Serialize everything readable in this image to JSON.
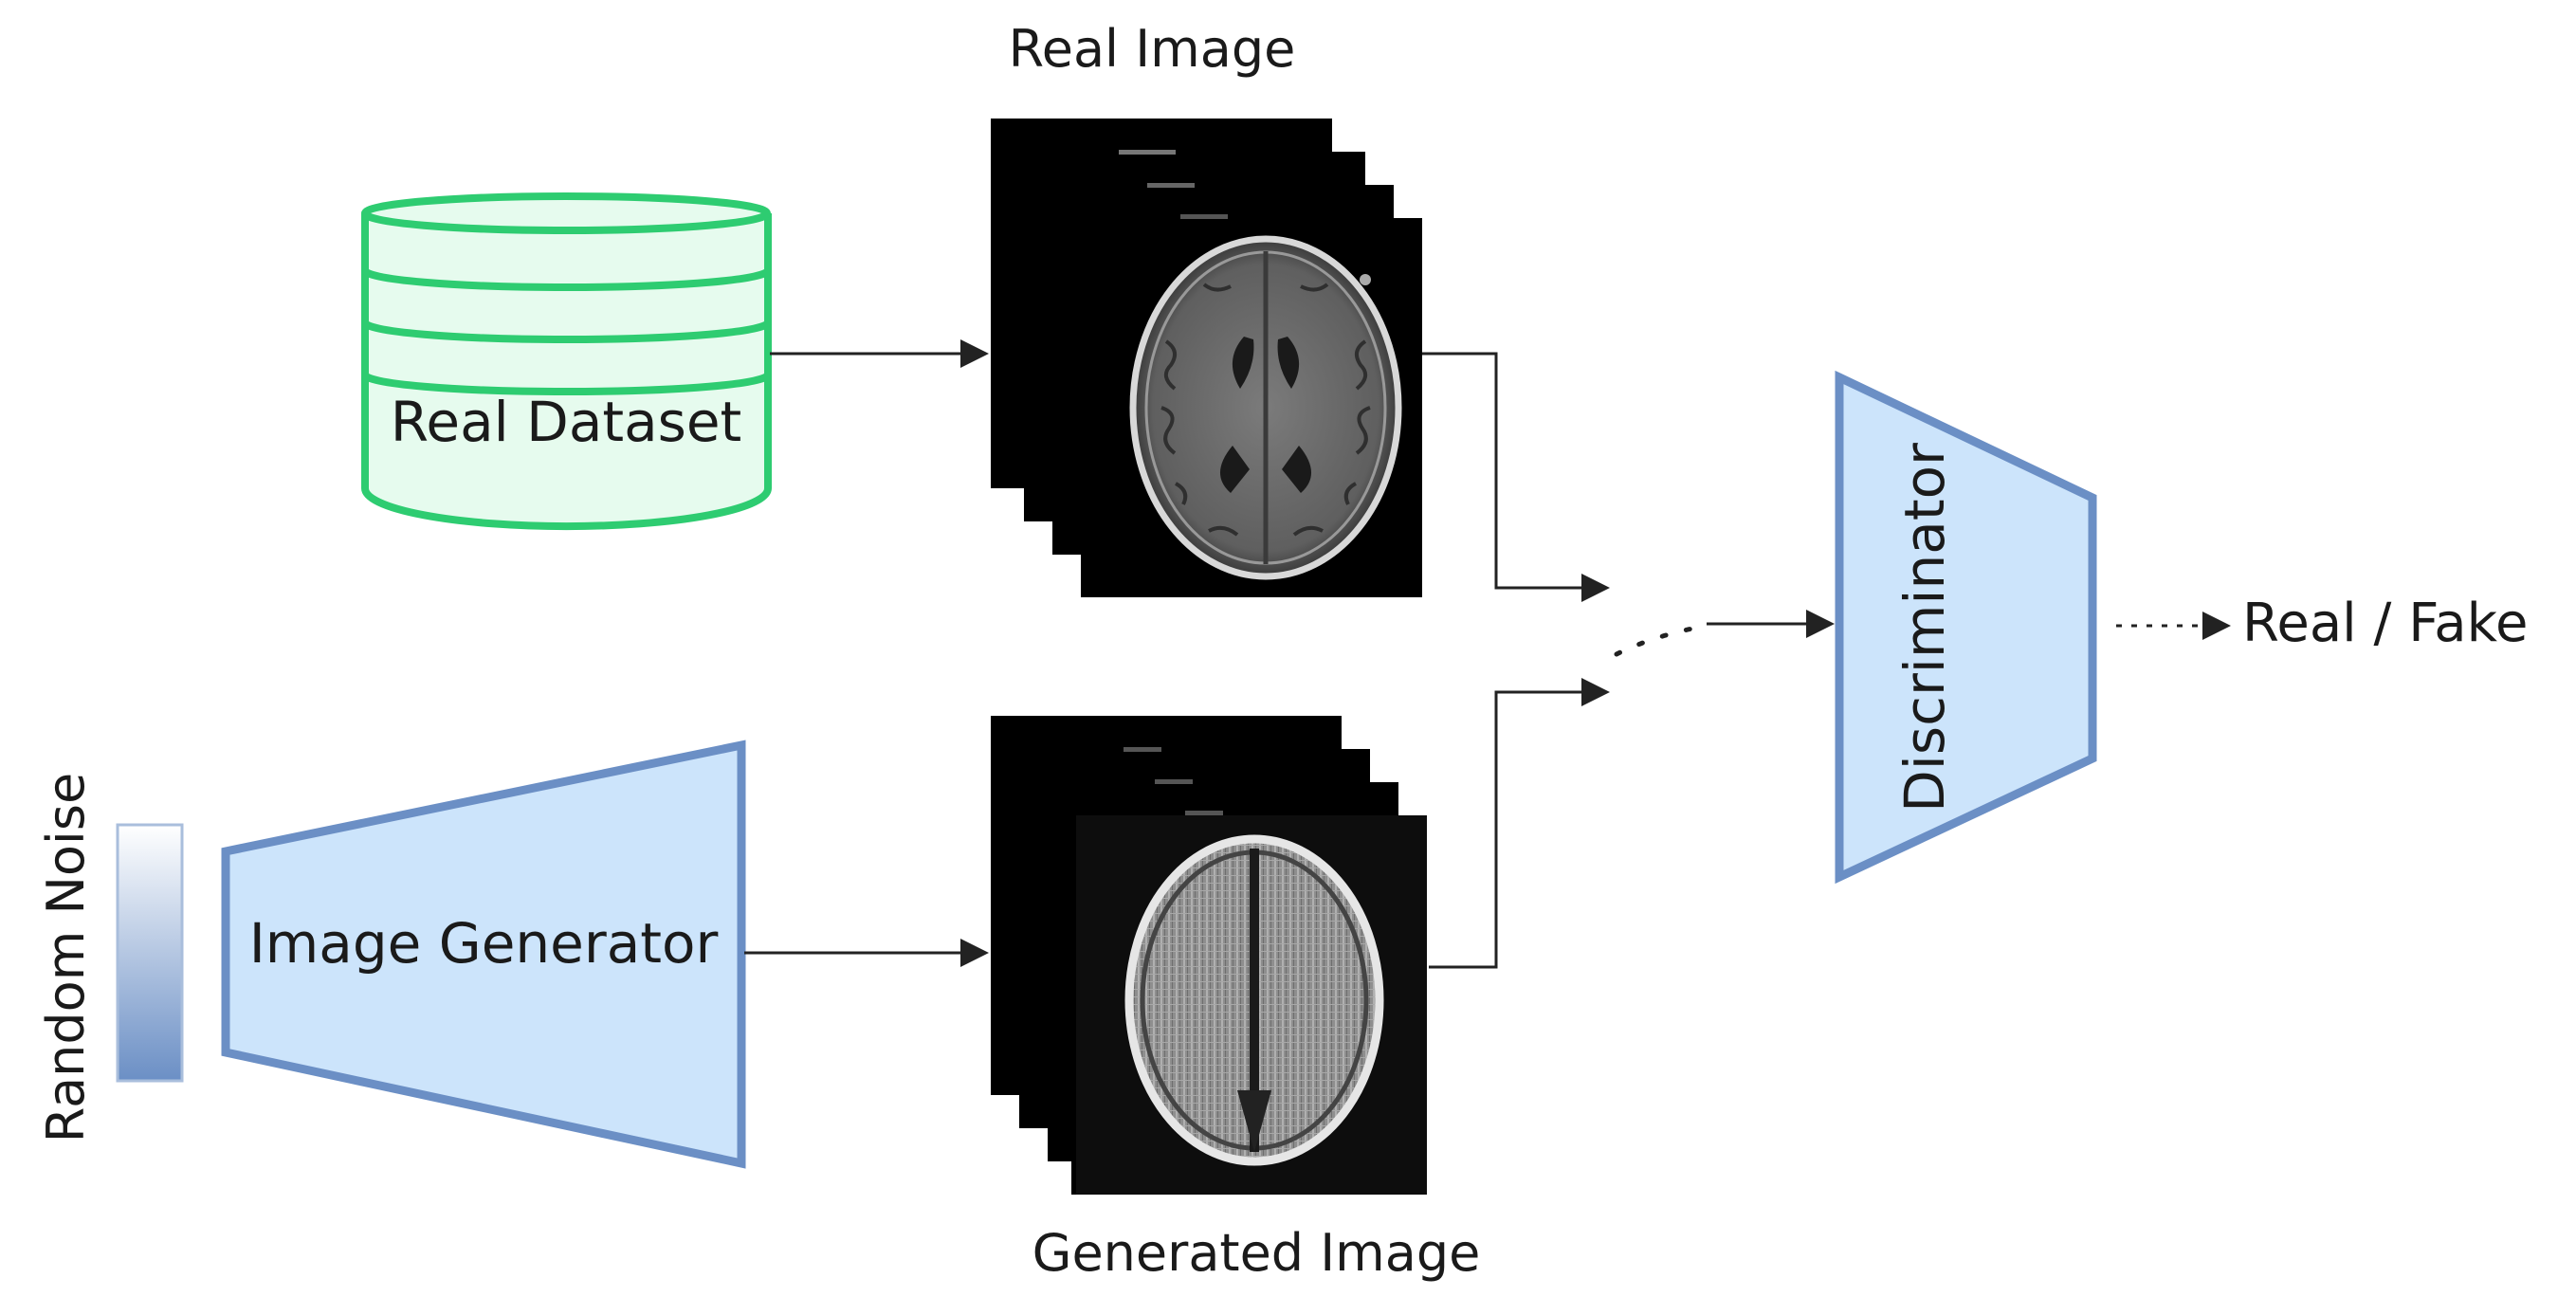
{
  "labels": {
    "real_image": "Real Image",
    "real_dataset": "Real Dataset",
    "random_noise": "Random Noise",
    "image_generator": "Image Generator",
    "generated_image": "Generated Image",
    "discriminator": "Discriminator",
    "output": "Real / Fake"
  },
  "colors": {
    "dataset_stroke": "#2ecc71",
    "dataset_fill": "#e6fbee",
    "block_fill": "#cce4fb",
    "block_stroke": "#6b8fc5",
    "noise_top": "#ffffff",
    "noise_bottom": "#6b8fc5",
    "arrow": "#222222"
  },
  "icons": [
    "database-icon",
    "brain-mri-real-icon",
    "brain-mri-generated-icon",
    "noise-vector-icon"
  ]
}
